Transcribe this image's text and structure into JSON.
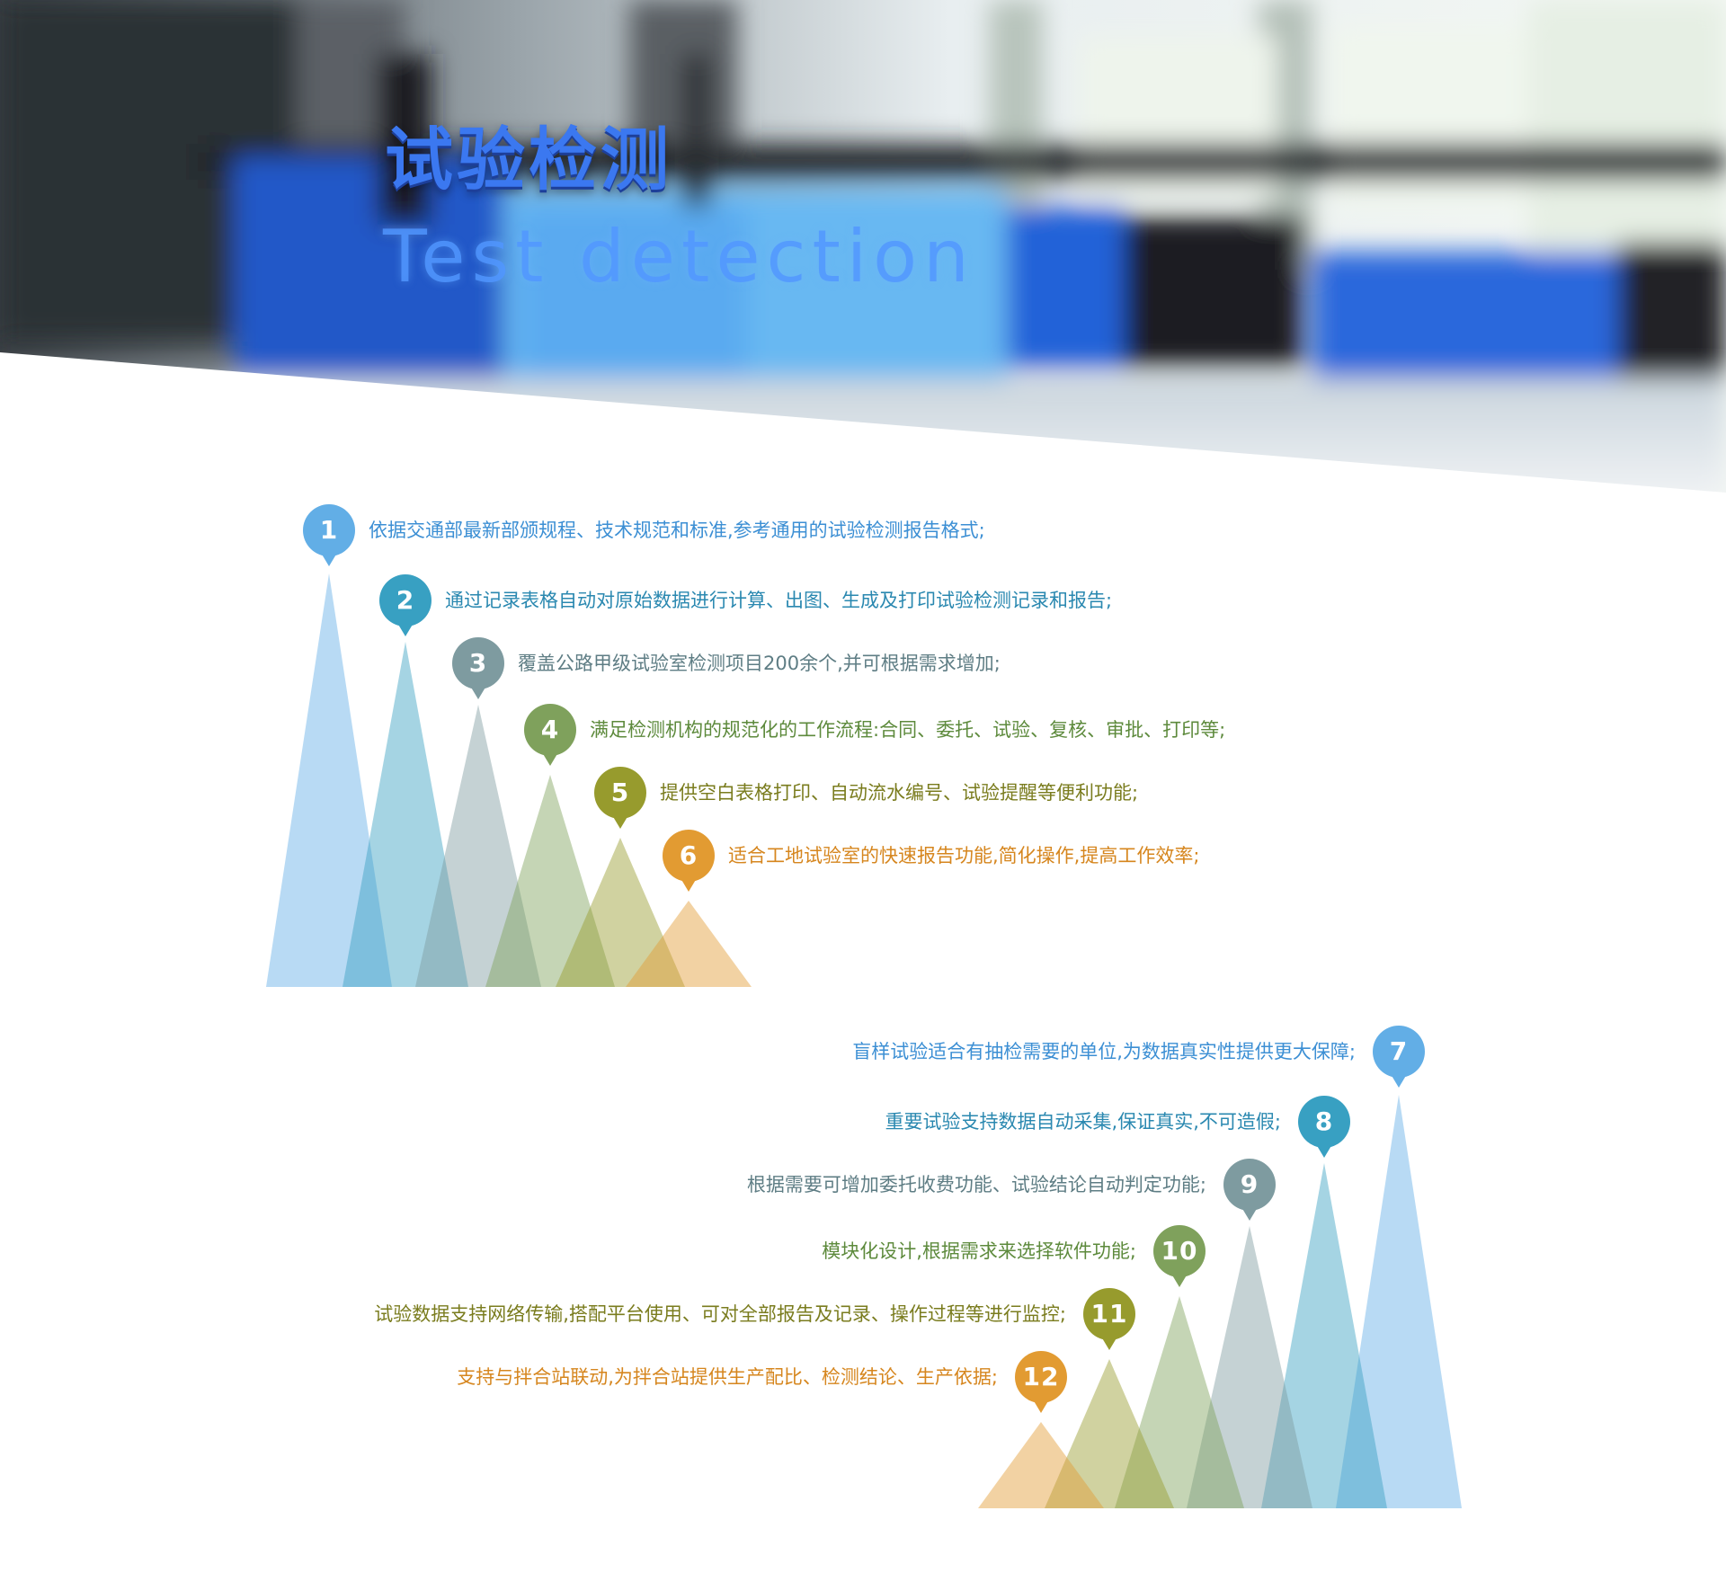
{
  "hero": {
    "title_cn": "试验检测",
    "title_en": "Test detection"
  },
  "colors": {
    "c1": "#62aee6",
    "c2": "#38a0c2",
    "c3": "#7e9ba0",
    "c4": "#7fa15c",
    "c5": "#979b2d",
    "c6": "#e29b32"
  },
  "features_top": [
    {
      "num": "1",
      "text": "依据交通部最新部颁规程、技术规范和标准,参考通用的试验检测报告格式;"
    },
    {
      "num": "2",
      "text": "通过记录表格自动对原始数据进行计算、出图、生成及打印试验检测记录和报告;"
    },
    {
      "num": "3",
      "text": "覆盖公路甲级试验室检测项目200余个,并可根据需求增加;"
    },
    {
      "num": "4",
      "text": "满足检测机构的规范化的工作流程:合同、委托、试验、复核、审批、打印等;"
    },
    {
      "num": "5",
      "text": "提供空白表格打印、自动流水编号、试验提醒等便利功能;"
    },
    {
      "num": "6",
      "text": "适合工地试验室的快速报告功能,简化操作,提高工作效率;"
    }
  ],
  "features_bottom": [
    {
      "num": "7",
      "text": "盲样试验适合有抽检需要的单位,为数据真实性提供更大保障;"
    },
    {
      "num": "8",
      "text": "重要试验支持数据自动采集,保证真实,不可造假;"
    },
    {
      "num": "9",
      "text": "根据需要可增加委托收费功能、试验结论自动判定功能;"
    },
    {
      "num": "10",
      "text": "模块化设计,根据需求来选择软件功能;"
    },
    {
      "num": "11",
      "text": "试验数据支持网络传输,搭配平台使用、可对全部报告及记录、操作过程等进行监控;"
    },
    {
      "num": "12",
      "text": "支持与拌合站联动,为拌合站提供生产配比、检测结论、生产依据;"
    }
  ]
}
